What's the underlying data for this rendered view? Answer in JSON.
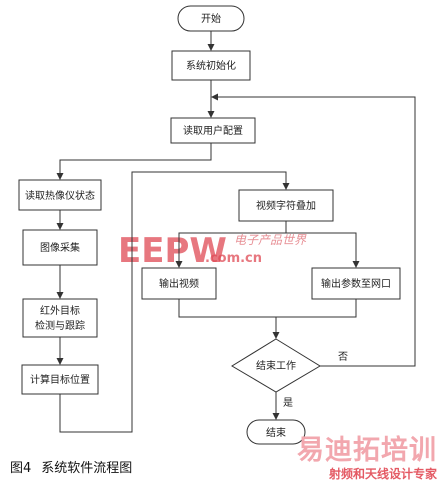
{
  "nodes": {
    "start": "开始",
    "init": "系统初始化",
    "read_config": "读取用户配置",
    "read_thermal": "读取热像仪状态",
    "capture": "图像采集",
    "ir_target_line1": "红外目标",
    "ir_target_line2": "检测与跟踪",
    "calc_pos": "计算目标位置",
    "overlay": "视频字符叠加",
    "output_video": "输出视频",
    "output_params": "输出参数至网口",
    "decision": "结束工作",
    "end": "结束"
  },
  "edges": {
    "no_label": "否",
    "yes_label": "是"
  },
  "caption": {
    "figure_number": "图4",
    "title": "系统软件流程图"
  },
  "watermark": {
    "logo": "EEPW",
    "domain": ".com.cn",
    "tagline": "电子产品世界"
  },
  "brand": {
    "line1": "易迪拓培训",
    "line2": "射频和天线设计专家"
  },
  "colors": {
    "watermark": "#e04a55",
    "brand_light": "#f2a7ae",
    "brand_dark": "#e45a64",
    "line": "#333333"
  }
}
